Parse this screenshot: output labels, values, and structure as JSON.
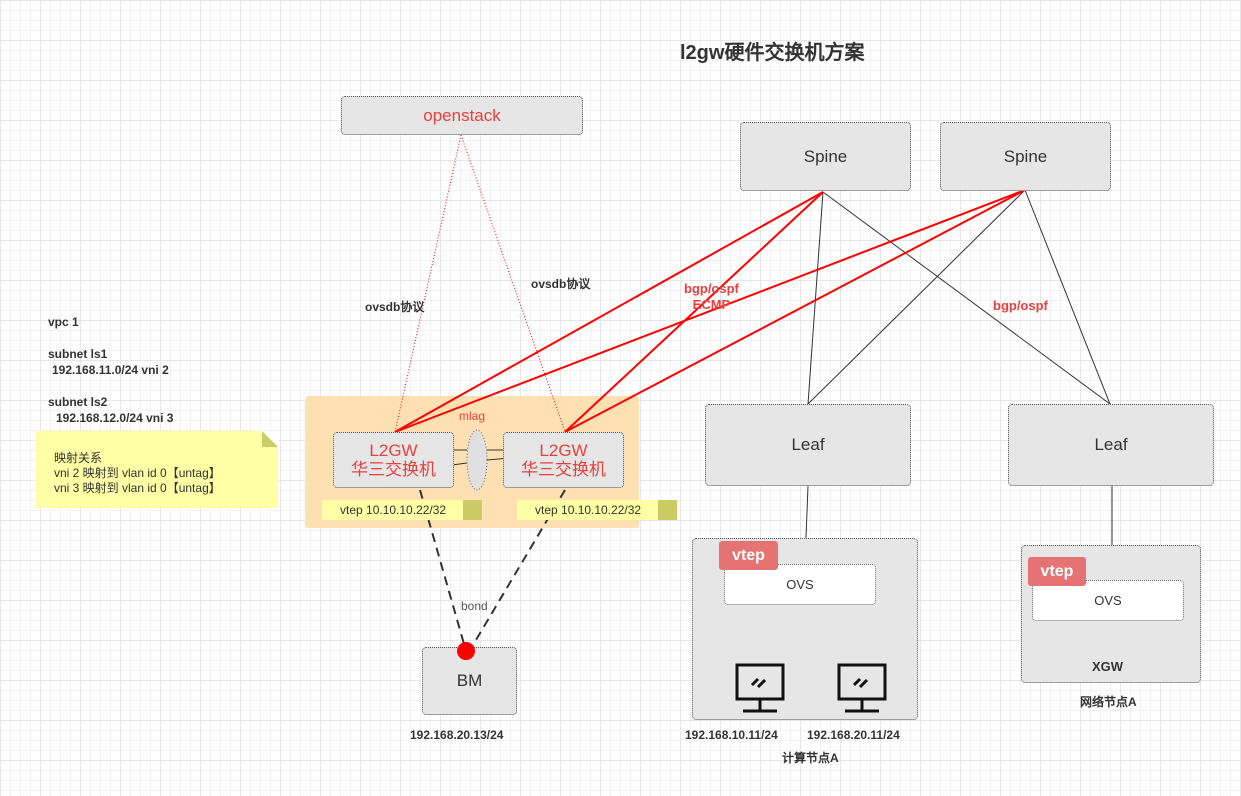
{
  "title": "l2gw硬件交换机方案",
  "openstack": "openstack",
  "spines": [
    "Spine",
    "Spine"
  ],
  "leaves": [
    "Leaf",
    "Leaf"
  ],
  "ovsdb_left": "ovsdb协议",
  "ovsdb_right": "ovsdb协议",
  "bgp_ecmp": [
    "bgp/ospf",
    "ECMP"
  ],
  "bgp_right": "bgp/ospf",
  "vpc": {
    "line1": "vpc 1",
    "line2": "subnet  ls1",
    "line3": " 192.168.11.0/24  vni 2",
    "line4": "subnet  ls2",
    "line5": "  192.168.12.0/24 vni 3"
  },
  "mapping": {
    "title": "映射关系",
    "line1": "vni  2 映射到 vlan id 0【untag】",
    "line2": "vni  3 映射到 vlan id 0【untag】"
  },
  "mlag": "mlag",
  "l2gw": [
    {
      "name": "L2GW",
      "vendor": "华三交换机",
      "vtep": "vtep 10.10.10.22/32"
    },
    {
      "name": "L2GW",
      "vendor": "华三交换机",
      "vtep": "vtep 10.10.10.22/32"
    }
  ],
  "bond": "bond",
  "bm": {
    "label": "BM",
    "ip": "192.168.20.13/24"
  },
  "compute": {
    "vtep": "vtep",
    "ovs": "OVS",
    "vm_ips": [
      "192.168.10.11/24",
      "192.168.20.11/24"
    ],
    "name": "计算节点A",
    "vm_icon": "monitor-icon"
  },
  "network": {
    "vtep": "vtep",
    "ovs": "OVS",
    "xgw": "XGW",
    "name": "网络节点A"
  },
  "colors": {
    "red": "#ff0000",
    "box": "#e6e6e6",
    "group": "#ffe0b3",
    "note": "#ffffa6",
    "vtep": "#e57373"
  }
}
